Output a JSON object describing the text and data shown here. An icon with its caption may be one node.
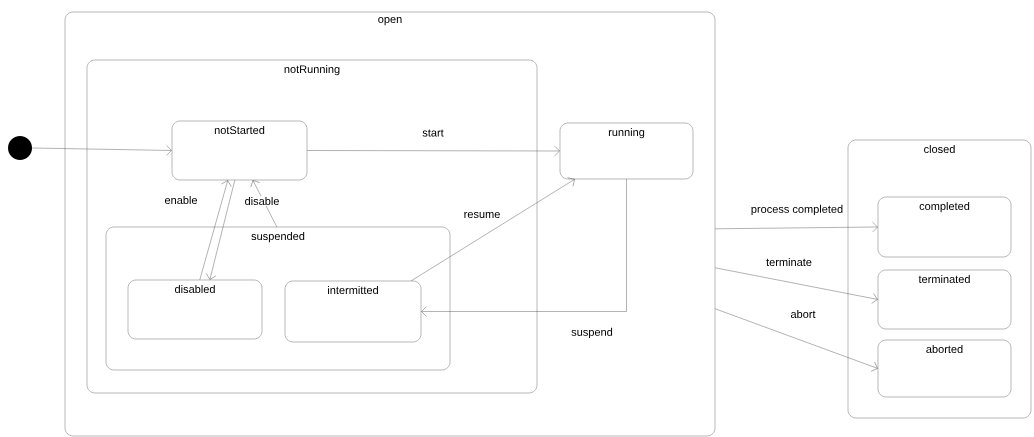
{
  "diagram": {
    "nodes": [
      {
        "text": [
          "open"
        ]
      },
      {
        "text": [
          "notRunning"
        ],
        "in": 0
      },
      {
        "text": [
          "notStarted"
        ],
        "in": 1
      },
      {
        "text": [
          "suspended"
        ],
        "in": 1
      },
      {
        "text": [
          "disabled"
        ],
        "in": 3
      },
      {
        "text": [
          "intermitted"
        ],
        "in": 3
      },
      {
        "text": [
          "running"
        ],
        "in": 0
      },
      {
        "text": [
          "closed"
        ]
      },
      {
        "text": [
          "completed"
        ],
        "in": 7
      },
      {
        "text": [
          "terminated"
        ],
        "in": 7
      },
      {
        "text": [
          "aborted"
        ],
        "in": 7
      },
      {
        "text": [],
        "shape": "circle"
      }
    ],
    "edges": [
      {
        "from": 11,
        "to": 2,
        "arrow": "to"
      },
      {
        "from": 2,
        "to": 6,
        "arrow": "to",
        "label": "start"
      },
      {
        "from": 4,
        "to": 2,
        "arrow": "to",
        "label": "enable"
      },
      {
        "from": 2,
        "to": 4,
        "arrow": "to",
        "label": "disable"
      },
      {
        "from": 3,
        "to": 2,
        "arrow": "to"
      },
      {
        "from": 5,
        "to": 6,
        "arrow": "to",
        "label": "resume"
      },
      {
        "from": 6,
        "to": 5,
        "arrow": "to",
        "label": "suspend"
      },
      {
        "from": 0,
        "to": 8,
        "arrow": "to",
        "label": "process completed"
      },
      {
        "from": 0,
        "to": 9,
        "arrow": "to",
        "label": "terminate"
      },
      {
        "from": 0,
        "to": 10,
        "arrow": "to",
        "label": "abort"
      }
    ]
  }
}
